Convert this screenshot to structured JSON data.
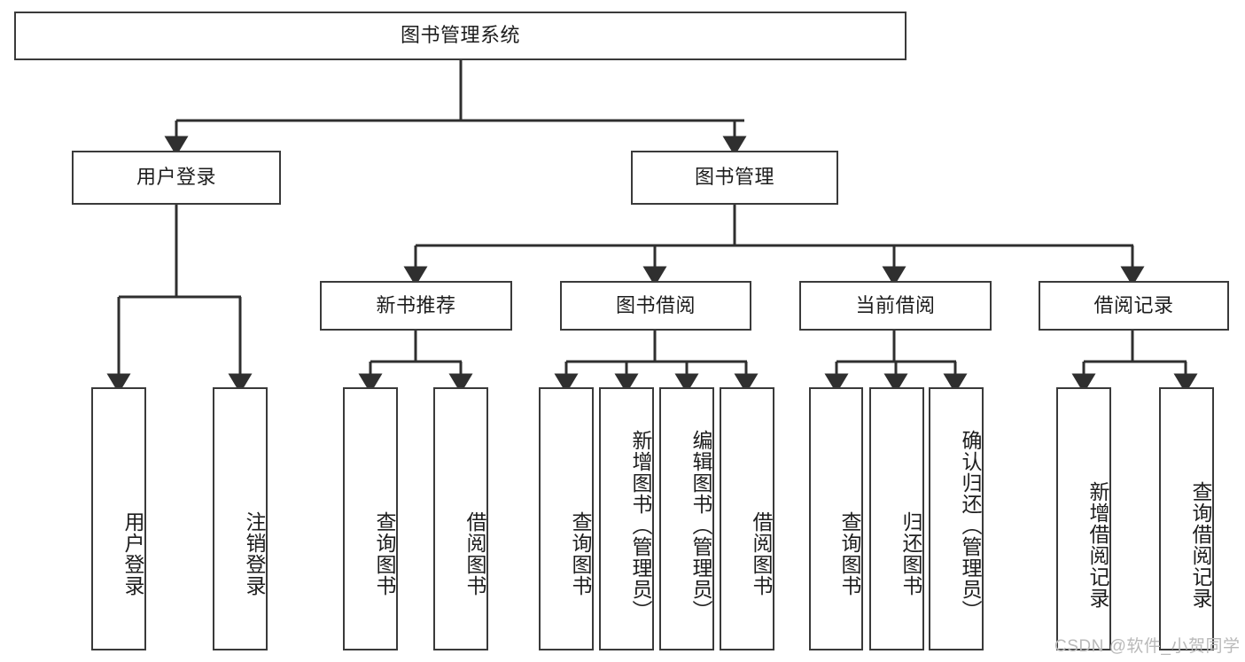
{
  "diagram": {
    "type": "tree-hierarchy",
    "title": "图书管理系统",
    "root": {
      "label": "图书管理系统"
    },
    "level2": [
      {
        "id": "user-login",
        "label": "用户登录"
      },
      {
        "id": "book-management",
        "label": "图书管理"
      }
    ],
    "level3": [
      {
        "id": "new-book-recommend",
        "label": "新书推荐",
        "parent": "book-management"
      },
      {
        "id": "book-borrow",
        "label": "图书借阅",
        "parent": "book-management"
      },
      {
        "id": "current-borrow",
        "label": "当前借阅",
        "parent": "book-management"
      },
      {
        "id": "borrow-record",
        "label": "借阅记录",
        "parent": "book-management"
      }
    ],
    "leaves": {
      "user_login": [
        {
          "id": "leaf-user-login",
          "label": "用户登录"
        },
        {
          "id": "leaf-logout-login",
          "label": "注销登录"
        }
      ],
      "new_book_recommend": [
        {
          "id": "leaf-query-book-1",
          "label": "查询图书"
        },
        {
          "id": "leaf-borrow-book-1",
          "label": "借阅图书"
        }
      ],
      "book_borrow": [
        {
          "id": "leaf-query-book-2",
          "label": "查询图书"
        },
        {
          "id": "leaf-add-book",
          "label": "新增图书（管理员）"
        },
        {
          "id": "leaf-edit-book",
          "label": "编辑图书（管理员）"
        },
        {
          "id": "leaf-borrow-book-2",
          "label": "借阅图书"
        }
      ],
      "current_borrow": [
        {
          "id": "leaf-query-book-3",
          "label": "查询图书"
        },
        {
          "id": "leaf-return-book",
          "label": "归还图书"
        },
        {
          "id": "leaf-confirm-return",
          "label": "确认归还（管理员）"
        }
      ],
      "borrow_record": [
        {
          "id": "leaf-add-record",
          "label": "新增借阅记录"
        },
        {
          "id": "leaf-query-record",
          "label": "查询借阅记录"
        }
      ]
    },
    "colors": {
      "stroke": "#3a3a3a",
      "background": "#ffffff",
      "text": "#1d1d1d",
      "watermark": "#b9b9b9"
    }
  },
  "watermark": {
    "text": "CSDN @软件_小贺同学"
  }
}
